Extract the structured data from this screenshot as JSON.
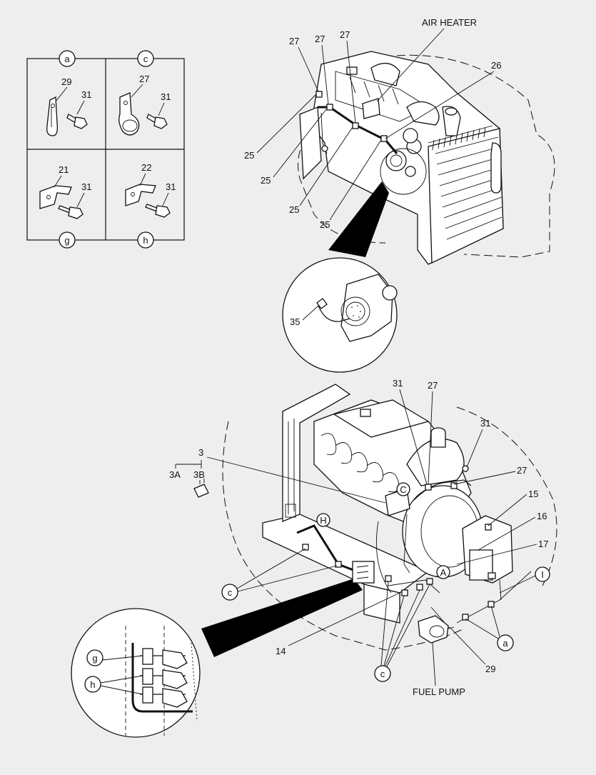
{
  "legend_boxes": [
    {
      "letter": "a",
      "part": "29",
      "bolt": "31"
    },
    {
      "letter": "c",
      "part": "27",
      "bolt": "31"
    },
    {
      "letter": "g",
      "part": "21",
      "bolt": "31"
    },
    {
      "letter": "h",
      "part": "22",
      "bolt": "31"
    }
  ],
  "top_view": {
    "title": "AIR HEATER",
    "callouts": [
      "27",
      "27",
      "27",
      "26",
      "25",
      "25",
      "25",
      "25"
    ],
    "detail_callout": "35"
  },
  "bottom_view": {
    "callouts": {
      "c31": "31",
      "c27a": "27",
      "c31b": "31",
      "c27b": "27",
      "c15": "15",
      "c16": "16",
      "c17": "17",
      "c14": "14",
      "c29": "29"
    },
    "connector": {
      "main": "3",
      "sub_a": "3A",
      "sub_b": "3B"
    },
    "circle_letters": {
      "H": "H",
      "C": "C",
      "A": "A",
      "I": "I",
      "a": "a",
      "c_left": "c",
      "c_bottom": "c"
    },
    "fuel_pump": "FUEL PUMP",
    "detail_letters": {
      "g": "g",
      "h": "h"
    }
  }
}
